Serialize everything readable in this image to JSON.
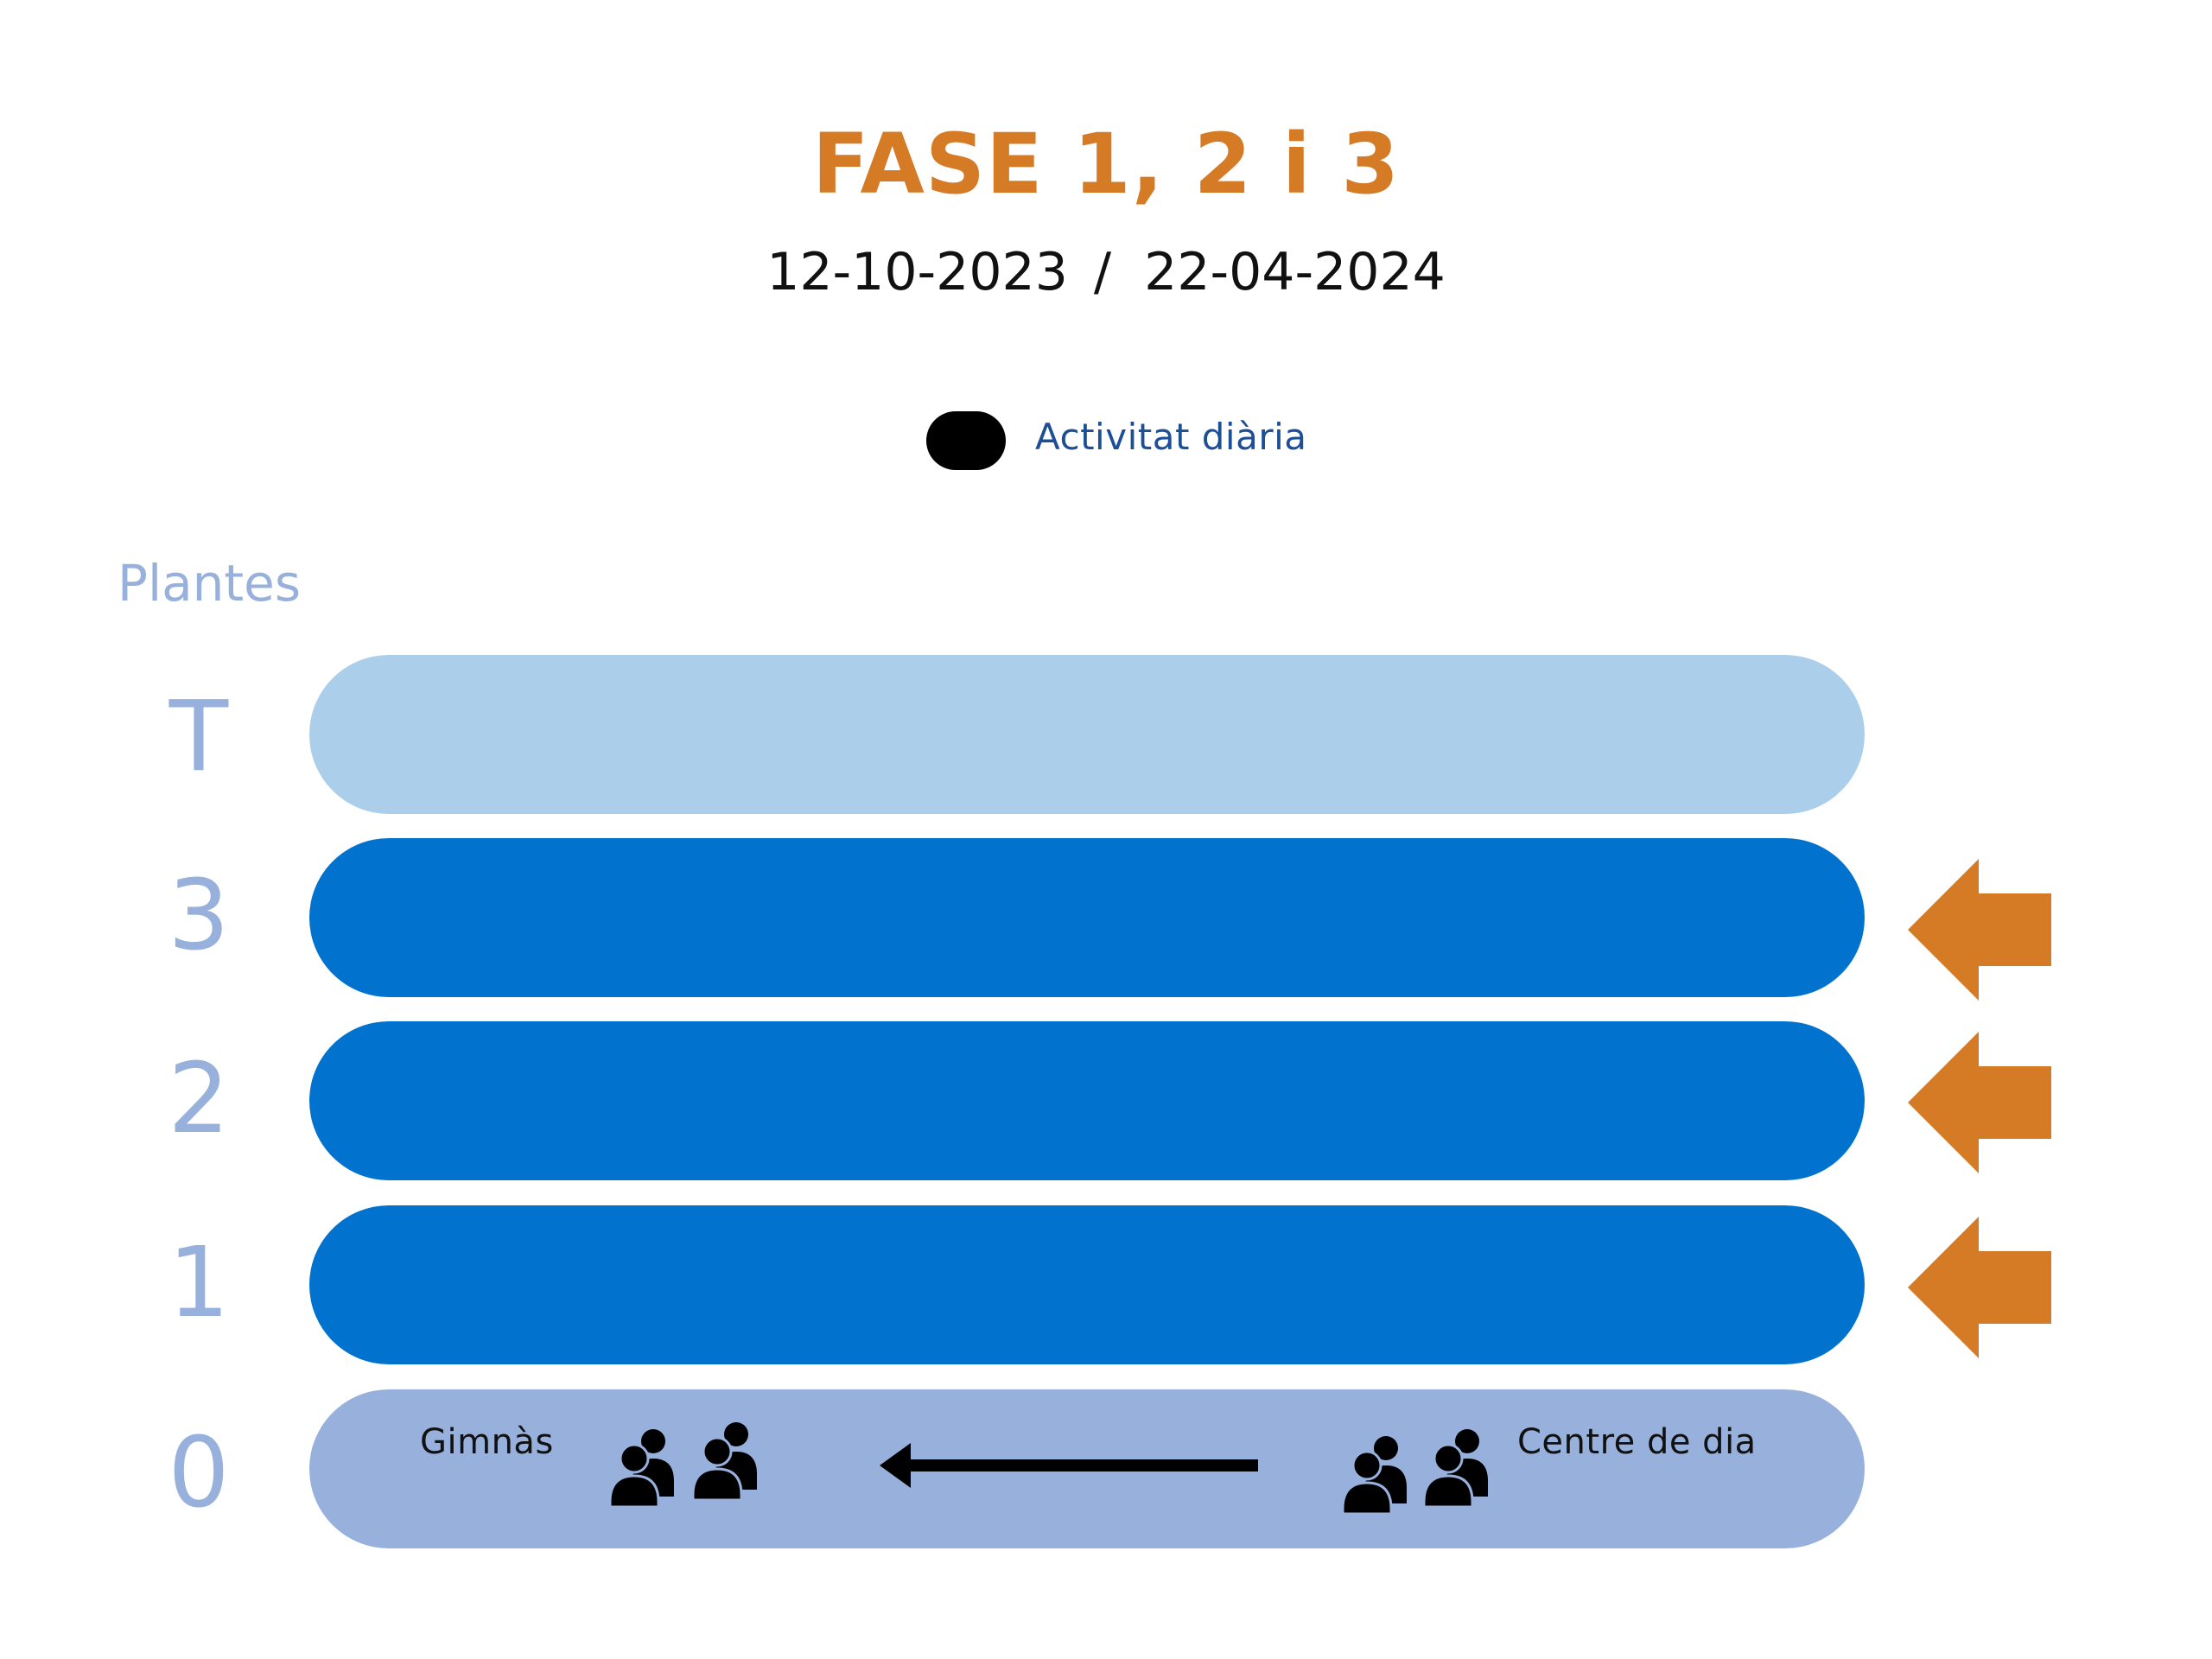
{
  "title": "FASE 1, 2 i 3",
  "dates": {
    "start": "12-10-2023",
    "separator": "/",
    "end": "22-04-2024"
  },
  "legend": {
    "label": "Activitat diària",
    "marker": "pill-marker"
  },
  "axis": {
    "title": "Plantes"
  },
  "floors": [
    {
      "label": "T",
      "color": "#abcfeb",
      "arrow": false
    },
    {
      "label": "3",
      "color": "#0173cf",
      "arrow": true
    },
    {
      "label": "2",
      "color": "#0173cf",
      "arrow": true
    },
    {
      "label": "1",
      "color": "#0173cf",
      "arrow": true
    },
    {
      "label": "0",
      "color": "#97b1dc",
      "arrow": false
    }
  ],
  "ground_floor": {
    "left_room": "Gimnàs",
    "right_room": "Centre de dia",
    "movement": "from Centre de dia to Gimnàs"
  },
  "colors": {
    "title": "#d67b25",
    "arrow": "#d67b25",
    "floor_label": "#97b1dc",
    "legend_text": "#1d4f96",
    "text": "#111111",
    "icon": "#000000"
  },
  "icons": [
    "people-group-icon",
    "left-arrow-icon",
    "orange-left-arrow-icon"
  ]
}
